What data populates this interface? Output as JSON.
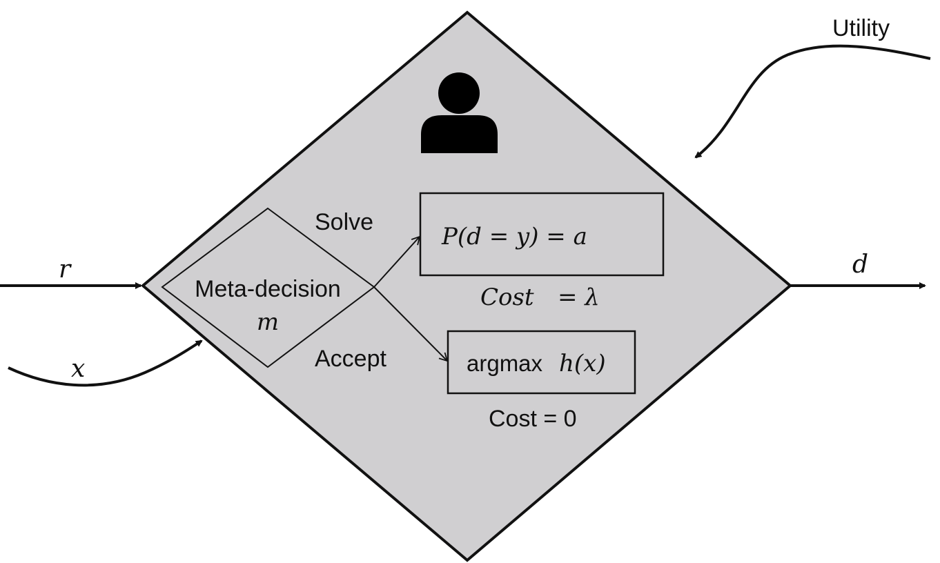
{
  "labels": {
    "utility": "Utility",
    "input_r": "r",
    "input_x": "x",
    "output_d": "d",
    "meta_decision": "Meta-decision",
    "meta_var": "m",
    "solve": "Solve",
    "accept": "Accept",
    "solve_box_text": "P(d = y) = a",
    "solve_cost_word": "Cost",
    "solve_cost_value": "= λ",
    "accept_box_word": "argmax",
    "accept_box_func": "h(x)",
    "accept_cost": "Cost = 0"
  },
  "icons": {
    "person": "person-icon"
  },
  "colors": {
    "diamond_fill": "#d0cfd1",
    "stroke": "#111111"
  }
}
